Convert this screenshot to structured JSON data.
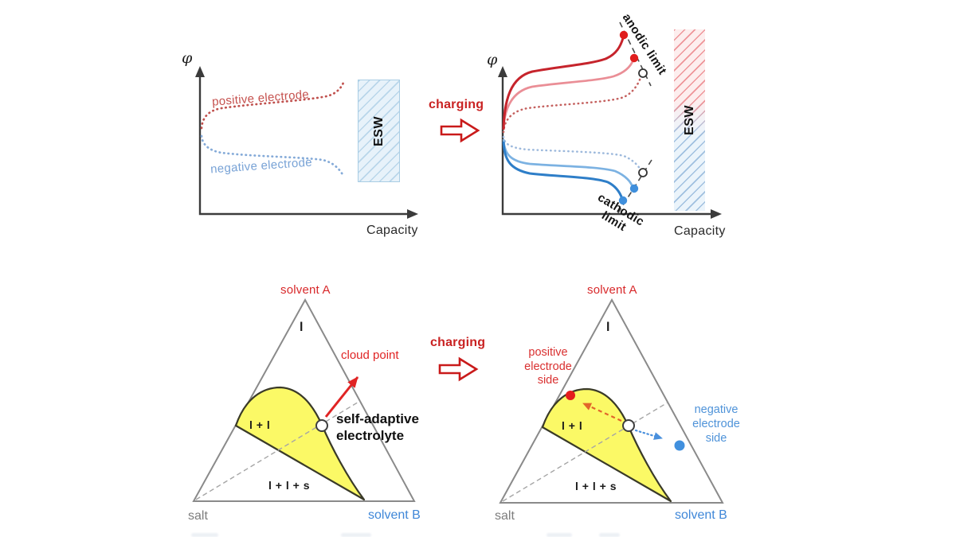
{
  "tl": {
    "phi": "φ",
    "positive_electrode": "positive electrode",
    "negative_electrode": "negative electrode",
    "esw": "ESW",
    "capacity": "Capacity"
  },
  "tr": {
    "phi": "φ",
    "anodic_limit": "anodic limit",
    "cathodic_line1": "cathodic",
    "cathodic_line2": "limit",
    "esw": "ESW",
    "capacity": "Capacity"
  },
  "charging_top": {
    "label": "charging"
  },
  "charging_bottom": {
    "label": "charging"
  },
  "bl": {
    "solvent_a": "solvent A",
    "salt": "salt",
    "solvent_b": "solvent B",
    "region_l": "l",
    "region_ll": "l + l",
    "region_lls": "l + l + s",
    "cloud_point": "cloud point",
    "self_adaptive_1": "self-adaptive",
    "self_adaptive_2": "electrolyte"
  },
  "br": {
    "solvent_a": "solvent A",
    "salt": "salt",
    "solvent_b": "solvent B",
    "region_l": "l",
    "region_ll": "l + l",
    "region_lls": "l + l + s",
    "positive_1": "positive",
    "positive_2": "electrode",
    "positive_3": "side",
    "negative_1": "negative",
    "negative_2": "electrode",
    "negative_3": "side"
  },
  "colors": {
    "accent_red": "#c92222",
    "solvent_a_red": "#d8282a",
    "solvent_b_blue": "#3f87d8",
    "salt_gray": "#7d7d7d",
    "yellow_region": "#fbf966",
    "dark_red_curve": "#c6242c",
    "light_red_curve": "#ea8e96",
    "dotted_red_curve": "#c4605e",
    "dark_blue_curve": "#2e7ec8",
    "light_blue_curve": "#7cb2e2",
    "dotted_blue_curve": "#9db9dc",
    "muted_red_label": "#c5514e",
    "muted_blue_label": "#79a3d6"
  }
}
